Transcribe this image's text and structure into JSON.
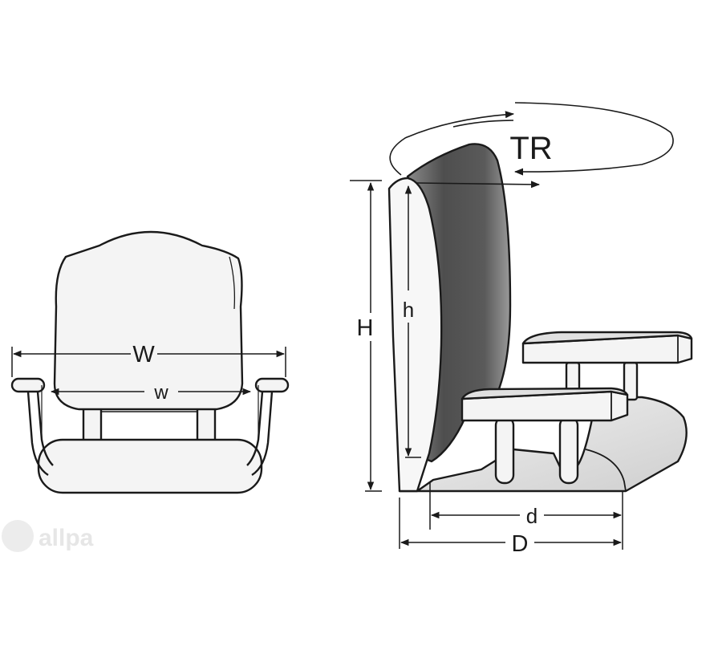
{
  "labels": {
    "W": "W",
    "w": "w",
    "H": "H",
    "h": "h",
    "TR": "TR",
    "d": "d",
    "D": "D"
  },
  "watermark": {
    "brand": "allpa"
  },
  "colors": {
    "line": "#1a1a1a",
    "seat_fill": "#f4f4f4",
    "shade_dark": "#4a4a4a",
    "shade_light": "#d0d0d0",
    "watermark": "#e6e6e6"
  }
}
